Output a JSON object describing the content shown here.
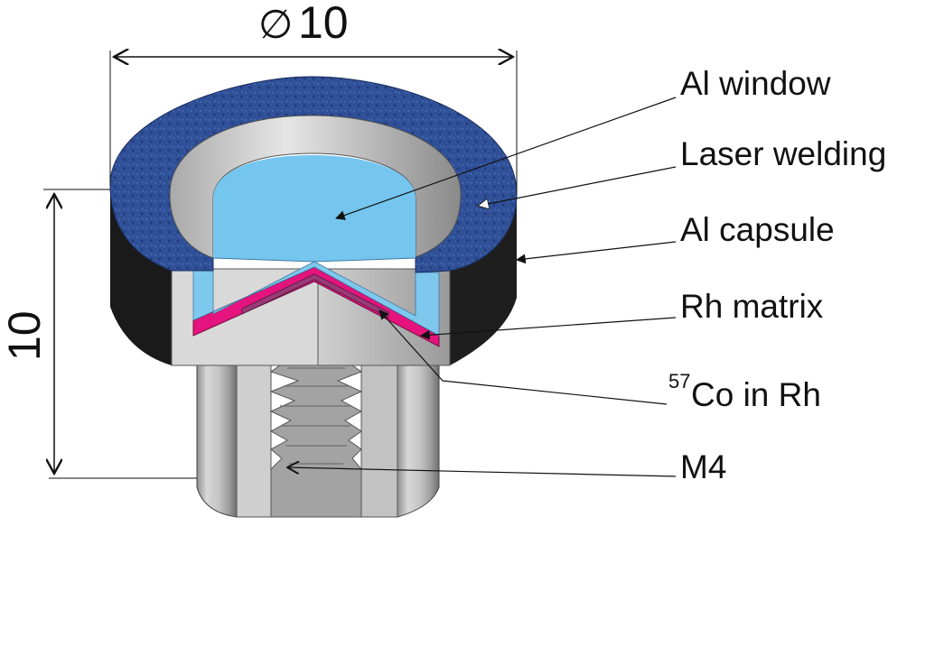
{
  "dimensions": {
    "diameter_symbol": "∅",
    "diameter_value": "10",
    "height_value": "10"
  },
  "labels": {
    "al_window": "Al window",
    "laser_welding": "Laser welding",
    "al_capsule": "Al capsule",
    "rh_matrix": "Rh matrix",
    "co_superscript": "57",
    "co_text": "Co in Rh",
    "m4": "M4"
  },
  "colors": {
    "window": "#6ec6f0",
    "rim": "#2f4f96",
    "capsule_dark": "#1c1c1c",
    "matrix": "#e5137d",
    "body_light": "#d4d4d4",
    "body_mid": "#bdbdbd",
    "body_dark": "#9a9a9a"
  }
}
